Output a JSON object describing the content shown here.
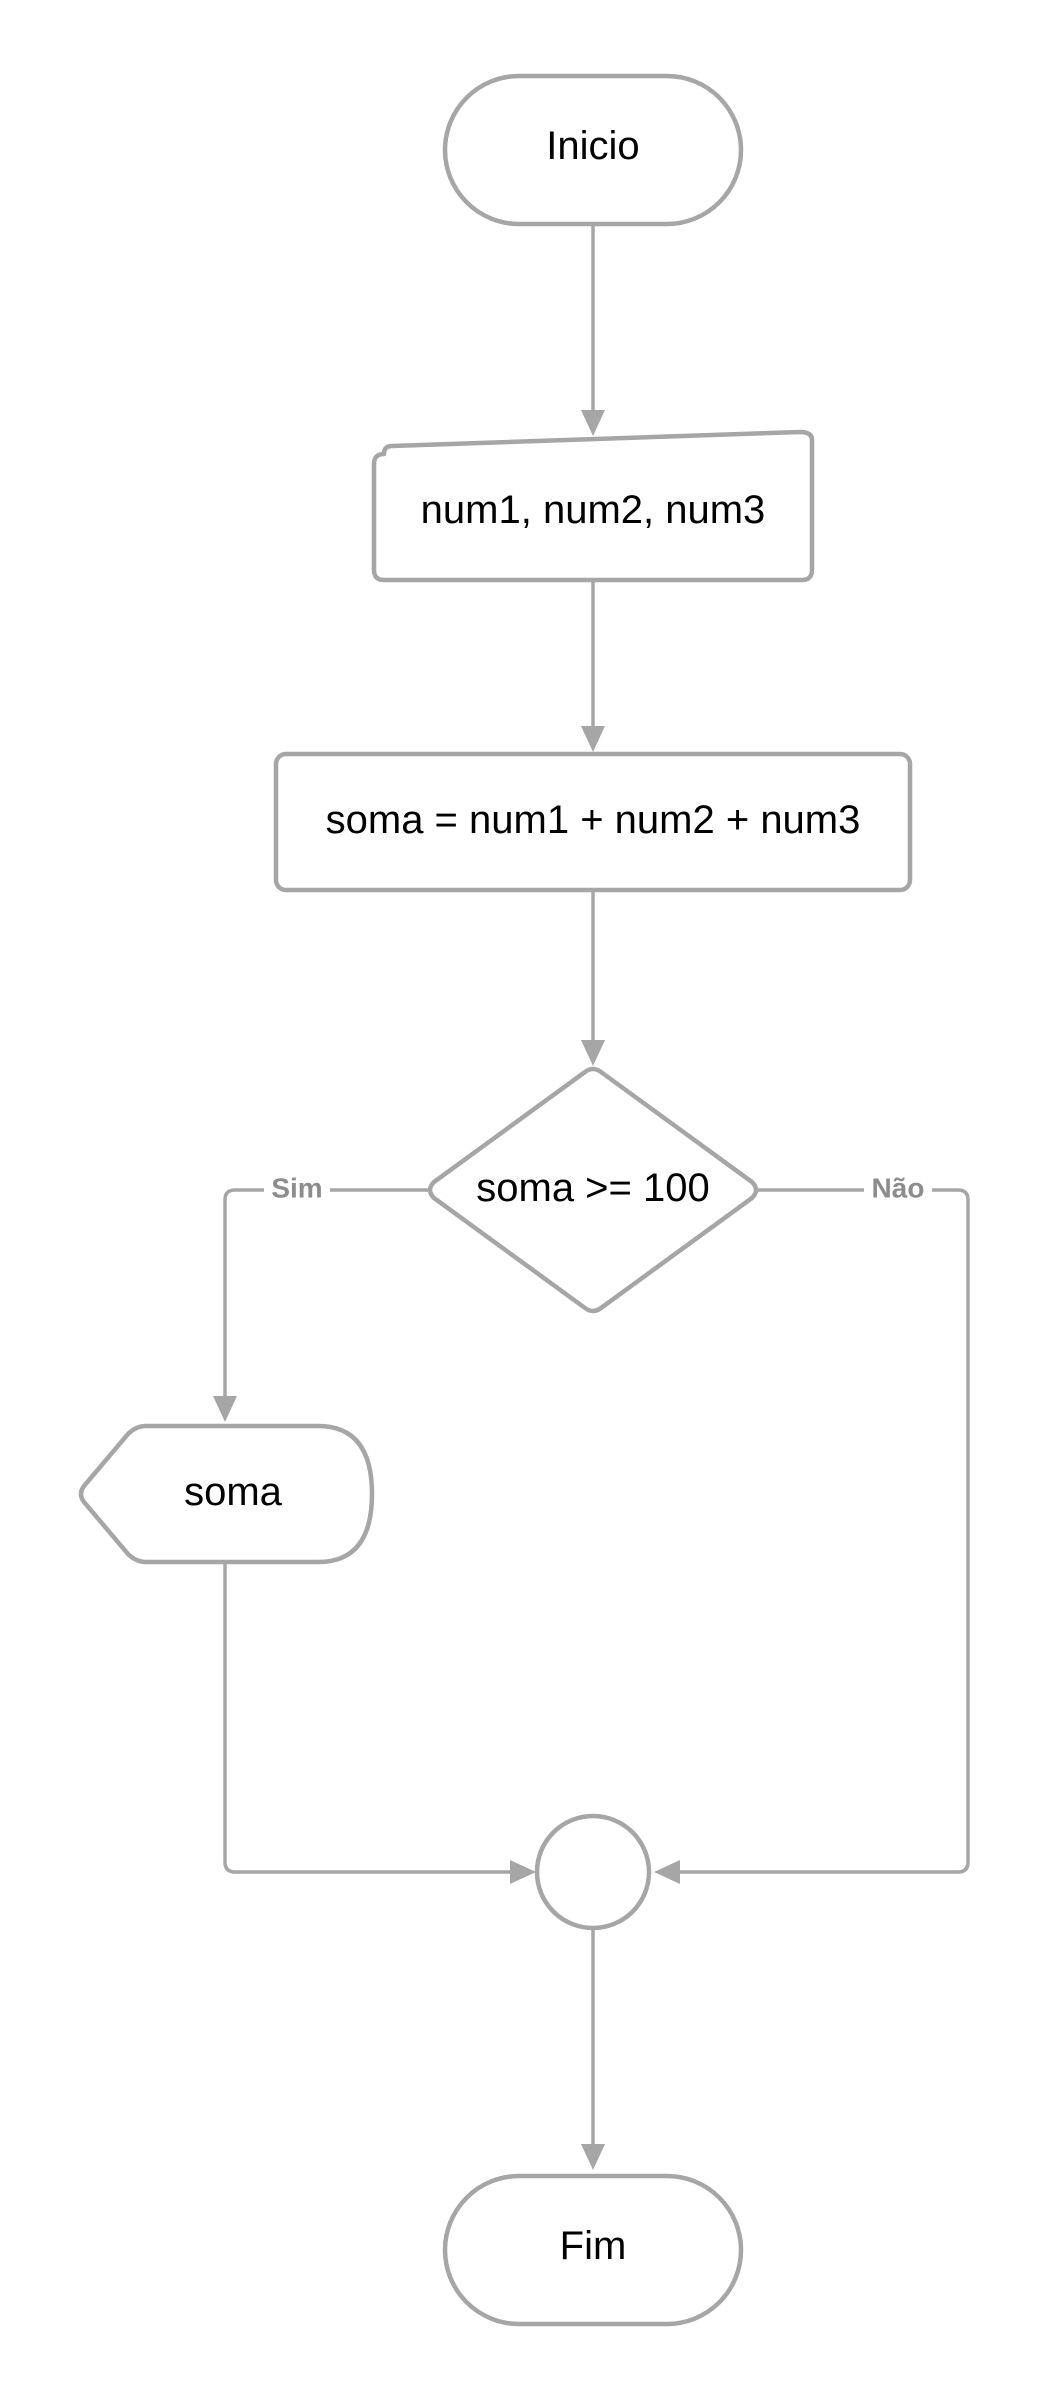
{
  "nodes": {
    "start": "Inicio",
    "input": "num1, num2, num3",
    "process": "soma = num1 + num2 + num3",
    "decision": "soma >= 100",
    "display": "soma",
    "end": "Fim"
  },
  "edges": {
    "yes": "Sim",
    "no": "Não"
  },
  "colors": {
    "stroke": "#a6a6a6",
    "label": "#8c8c8c",
    "text": "#000000"
  }
}
